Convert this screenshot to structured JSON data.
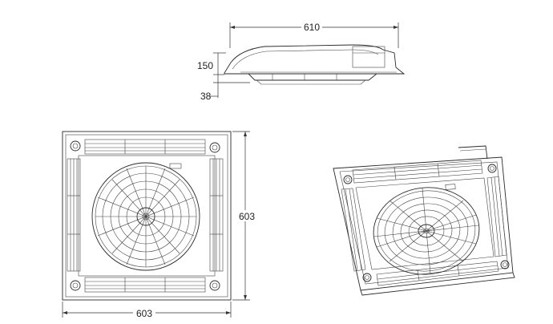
{
  "dimensions": {
    "side_width": "610",
    "side_height": "150",
    "side_flange": "38",
    "top_height": "603",
    "top_width": "603"
  },
  "colors": {
    "line": "#2a2a2a",
    "background": "#ffffff"
  },
  "views": [
    "side-view",
    "top-view",
    "perspective-view"
  ]
}
